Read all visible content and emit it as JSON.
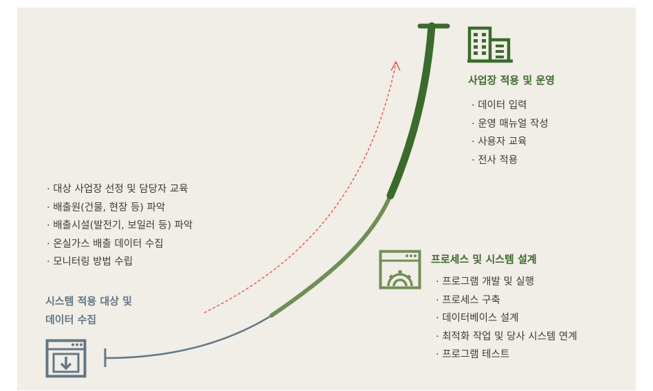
{
  "stage_start": {
    "title_line1": "시스템 적용 대상 및",
    "title_line2": "데이터 수집",
    "icon": "download-window-icon",
    "items": [
      "· 대상 사업장 선정 및 담당자 교육",
      "· 배출원(건물, 현장 등) 파악",
      "· 배출시설(발전기, 보일러 등) 파악",
      "· 온실가스 배출 데이터 수집",
      "· 모니터링 방법 수립"
    ]
  },
  "stage_middle": {
    "title": "프로세스 및 시스템 설계",
    "icon": "window-gear-icon",
    "items": [
      "· 프로그램 개발 및 실행",
      "· 프로세스 구축",
      "· 데이터베이스 설계",
      "· 최적화 작업 및 당사 시스템 연계",
      "· 프로그램 테스트"
    ]
  },
  "stage_top": {
    "title": "사업장 적용 및 운영",
    "icon": "building-icon",
    "items": [
      "· 데이터 입력",
      "· 운영 매뉴얼 작성",
      "· 사용자 교육",
      "· 전사 적용"
    ]
  },
  "colors": {
    "background": "#f1ede7",
    "slate": "#627785",
    "light_green": "#6f8f55",
    "dark_green": "#3b6b2c",
    "arrow_red": "#e0463c",
    "text": "#3c3c3c"
  }
}
